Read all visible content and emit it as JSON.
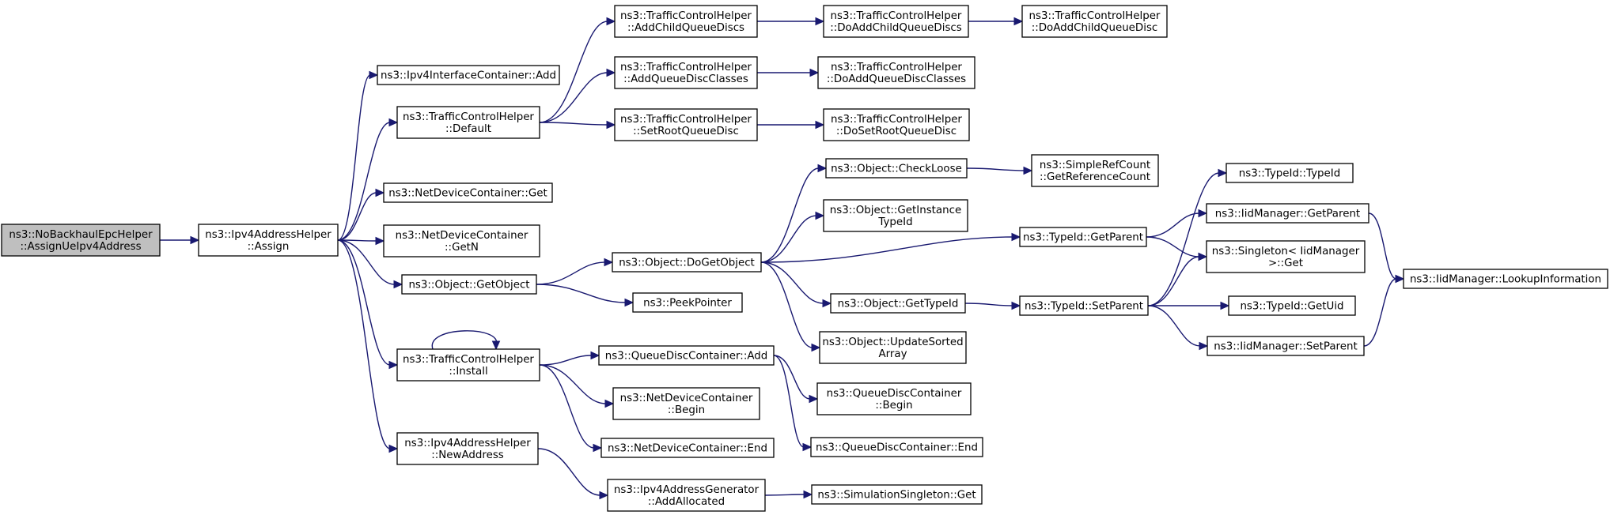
{
  "diagram": {
    "type": "call-graph",
    "colors": {
      "edge": "#191970",
      "root_fill": "#bfbfbf",
      "node_fill": "#ffffff",
      "border": "#000000"
    },
    "nodes": [
      {
        "id": "root",
        "lines": [
          "ns3::NoBackhaulEpcHelper",
          "::AssignUeIpv4Address"
        ],
        "root": true
      },
      {
        "id": "assign",
        "lines": [
          "ns3::Ipv4AddressHelper",
          "::Assign"
        ]
      },
      {
        "id": "ifc_add",
        "lines": [
          "ns3::Ipv4InterfaceContainer::Add"
        ]
      },
      {
        "id": "tch_default",
        "lines": [
          "ns3::TrafficControlHelper",
          "::Default"
        ]
      },
      {
        "id": "ndc_get",
        "lines": [
          "ns3::NetDeviceContainer::Get"
        ]
      },
      {
        "id": "ndc_getn",
        "lines": [
          "ns3::NetDeviceContainer",
          "::GetN"
        ]
      },
      {
        "id": "getobject",
        "lines": [
          "ns3::Object::GetObject"
        ]
      },
      {
        "id": "tch_install",
        "lines": [
          "ns3::TrafficControlHelper",
          "::Install"
        ]
      },
      {
        "id": "newaddress",
        "lines": [
          "ns3::Ipv4AddressHelper",
          "::NewAddress"
        ]
      },
      {
        "id": "addchild",
        "lines": [
          "ns3::TrafficControlHelper",
          "::AddChildQueueDiscs"
        ]
      },
      {
        "id": "addclasses",
        "lines": [
          "ns3::TrafficControlHelper",
          "::AddQueueDiscClasses"
        ]
      },
      {
        "id": "setroot",
        "lines": [
          "ns3::TrafficControlHelper",
          "::SetRootQueueDisc"
        ]
      },
      {
        "id": "dogetobject",
        "lines": [
          "ns3::Object::DoGetObject"
        ]
      },
      {
        "id": "peek",
        "lines": [
          "ns3::PeekPointer"
        ]
      },
      {
        "id": "qdc_add",
        "lines": [
          "ns3::QueueDiscContainer::Add"
        ]
      },
      {
        "id": "ndc_begin",
        "lines": [
          "ns3::NetDeviceContainer",
          "::Begin"
        ]
      },
      {
        "id": "ndc_end",
        "lines": [
          "ns3::NetDeviceContainer::End"
        ]
      },
      {
        "id": "allocated",
        "lines": [
          "ns3::Ipv4AddressGenerator",
          "::AddAllocated"
        ]
      },
      {
        "id": "doaddchildren",
        "lines": [
          "ns3::TrafficControlHelper",
          "::DoAddChildQueueDiscs"
        ]
      },
      {
        "id": "doaddclasses",
        "lines": [
          "ns3::TrafficControlHelper",
          "::DoAddQueueDiscClasses"
        ]
      },
      {
        "id": "dosetroot",
        "lines": [
          "ns3::TrafficControlHelper",
          "::DoSetRootQueueDisc"
        ]
      },
      {
        "id": "checkloose",
        "lines": [
          "ns3::Object::CheckLoose"
        ]
      },
      {
        "id": "instancetype",
        "lines": [
          "ns3::Object::GetInstance",
          "TypeId"
        ]
      },
      {
        "id": "gettypeid",
        "lines": [
          "ns3::Object::GetTypeId"
        ]
      },
      {
        "id": "updatesorted",
        "lines": [
          "ns3::Object::UpdateSorted",
          "Array"
        ]
      },
      {
        "id": "qdc_begin",
        "lines": [
          "ns3::QueueDiscContainer",
          "::Begin"
        ]
      },
      {
        "id": "qdc_end",
        "lines": [
          "ns3::QueueDiscContainer::End"
        ]
      },
      {
        "id": "simsingleton",
        "lines": [
          "ns3::SimulationSingleton::Get"
        ]
      },
      {
        "id": "doaddchild",
        "lines": [
          "ns3::TrafficControlHelper",
          "::DoAddChildQueueDisc"
        ]
      },
      {
        "id": "getrefcount",
        "lines": [
          "ns3::SimpleRefCount",
          "::GetReferenceCount"
        ]
      },
      {
        "id": "tid_getparent",
        "lines": [
          "ns3::TypeId::GetParent"
        ]
      },
      {
        "id": "tid_setparent",
        "lines": [
          "ns3::TypeId::SetParent"
        ]
      },
      {
        "id": "tid_typeid",
        "lines": [
          "ns3::TypeId::TypeId"
        ]
      },
      {
        "id": "iid_getparent",
        "lines": [
          "ns3::IidManager::GetParent"
        ]
      },
      {
        "id": "singleton_get",
        "lines": [
          "ns3::Singleton< IidManager",
          " >::Get"
        ]
      },
      {
        "id": "tid_getuid",
        "lines": [
          "ns3::TypeId::GetUid"
        ]
      },
      {
        "id": "iid_setparent",
        "lines": [
          "ns3::IidManager::SetParent"
        ]
      },
      {
        "id": "lookup",
        "lines": [
          "ns3::IidManager::LookupInformation"
        ]
      }
    ],
    "edges": [
      [
        "root",
        "assign"
      ],
      [
        "assign",
        "ifc_add"
      ],
      [
        "assign",
        "tch_default"
      ],
      [
        "assign",
        "ndc_get"
      ],
      [
        "assign",
        "ndc_getn"
      ],
      [
        "assign",
        "getobject"
      ],
      [
        "assign",
        "tch_install"
      ],
      [
        "assign",
        "newaddress"
      ],
      [
        "tch_default",
        "addchild"
      ],
      [
        "tch_default",
        "addclasses"
      ],
      [
        "tch_default",
        "setroot"
      ],
      [
        "addchild",
        "doaddchildren"
      ],
      [
        "doaddchildren",
        "doaddchild"
      ],
      [
        "addclasses",
        "doaddclasses"
      ],
      [
        "setroot",
        "dosetroot"
      ],
      [
        "getobject",
        "dogetobject"
      ],
      [
        "getobject",
        "peek"
      ],
      [
        "dogetobject",
        "checkloose"
      ],
      [
        "dogetobject",
        "instancetype"
      ],
      [
        "dogetobject",
        "tid_getparent"
      ],
      [
        "dogetobject",
        "gettypeid"
      ],
      [
        "dogetobject",
        "updatesorted"
      ],
      [
        "checkloose",
        "getrefcount"
      ],
      [
        "tid_getparent",
        "iid_getparent"
      ],
      [
        "tid_getparent",
        "singleton_get"
      ],
      [
        "iid_getparent",
        "lookup"
      ],
      [
        "gettypeid",
        "tid_setparent"
      ],
      [
        "tid_setparent",
        "tid_typeid"
      ],
      [
        "tid_setparent",
        "singleton_get"
      ],
      [
        "tid_setparent",
        "tid_getuid"
      ],
      [
        "tid_setparent",
        "iid_setparent"
      ],
      [
        "iid_setparent",
        "lookup"
      ],
      [
        "tch_install",
        "tch_install"
      ],
      [
        "tch_install",
        "qdc_add"
      ],
      [
        "tch_install",
        "ndc_begin"
      ],
      [
        "tch_install",
        "ndc_end"
      ],
      [
        "qdc_add",
        "qdc_begin"
      ],
      [
        "qdc_add",
        "qdc_end"
      ],
      [
        "newaddress",
        "allocated"
      ],
      [
        "allocated",
        "simsingleton"
      ]
    ]
  }
}
